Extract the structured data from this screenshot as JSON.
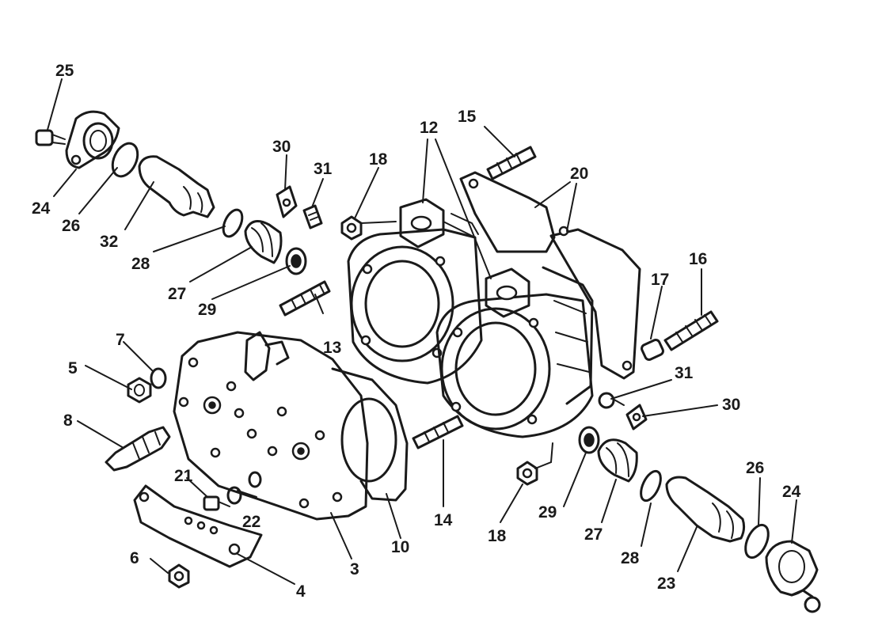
{
  "callouts": {
    "c25": "25",
    "c24a": "24",
    "c26a": "26",
    "c32": "32",
    "c28a": "28",
    "c27a": "27",
    "c29a": "29",
    "c30a": "30",
    "c31a": "31",
    "c18a": "18",
    "c12": "12",
    "c15": "15",
    "c20": "20",
    "c13": "13",
    "c17": "17",
    "c16": "16",
    "c7": "7",
    "c5": "5",
    "c8": "8",
    "c21": "21",
    "c22": "22",
    "c6": "6",
    "c4": "4",
    "c3": "3",
    "c10": "10",
    "c14": "14",
    "c18b": "18",
    "c29b": "29",
    "c27b": "27",
    "c28b": "28",
    "c23": "23",
    "c26b": "26",
    "c24b": "24",
    "c31b": "31",
    "c30b": "30"
  }
}
